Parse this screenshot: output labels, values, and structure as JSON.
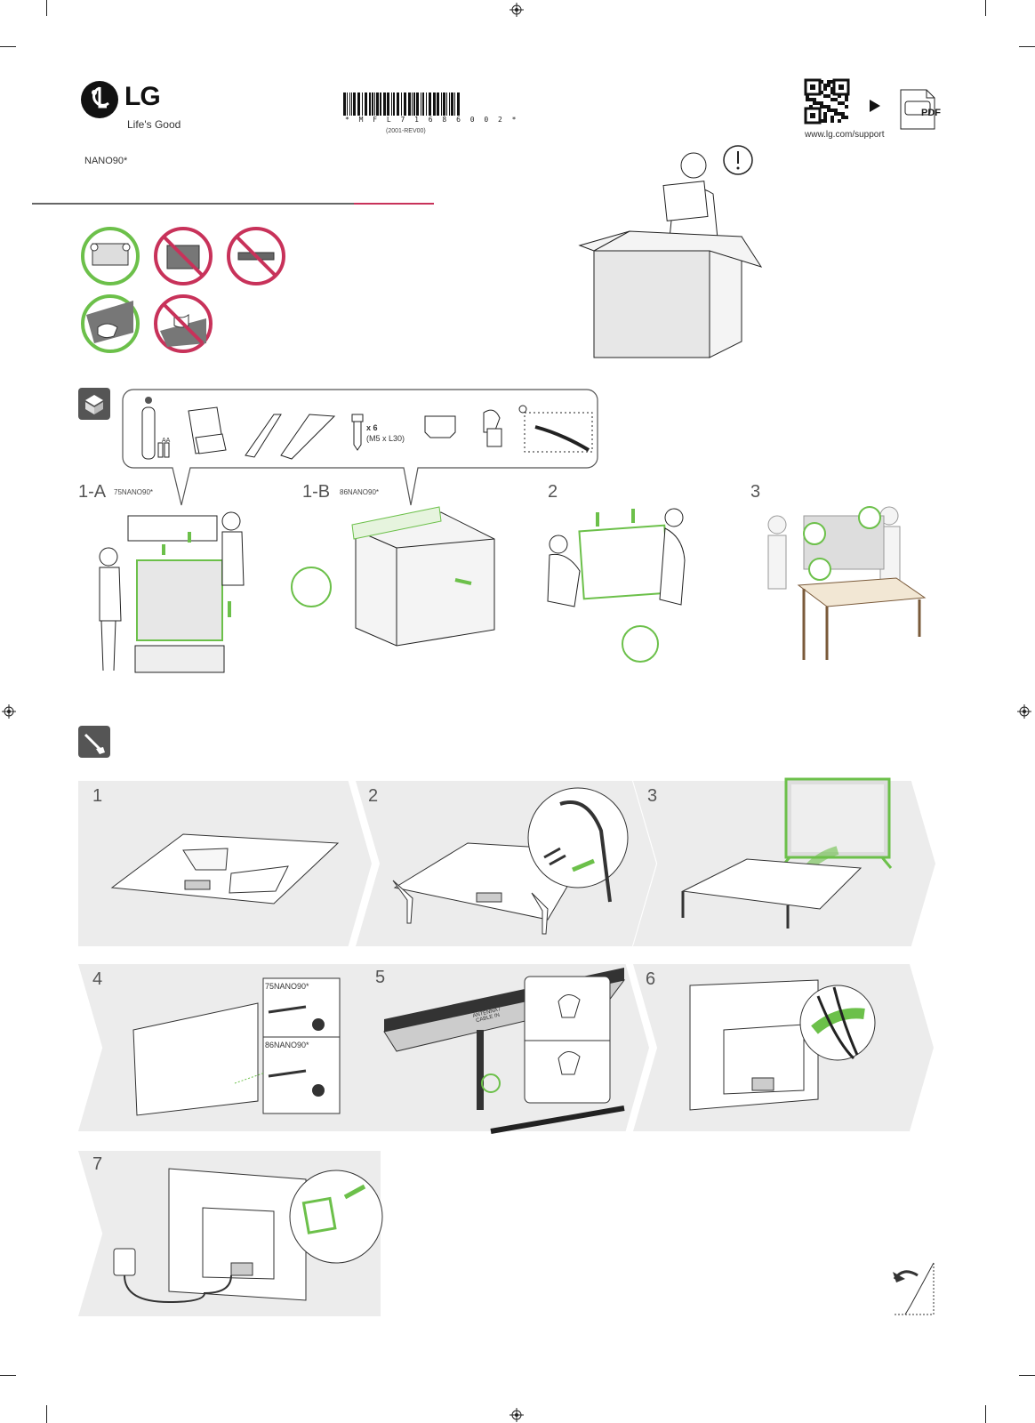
{
  "header": {
    "brand": "LG",
    "tagline": "Life's Good",
    "model": "NANO90*",
    "barcode_text": "* M F L 7 1 6 8 6 0 0 2 *",
    "revision": "(2001-REV00)",
    "support_url": "www.lg.com/support",
    "pdf_label": "PDF"
  },
  "accessories": {
    "screw_count": "x 6",
    "screw_size": "(M5 x L30)",
    "battery_label": "AA"
  },
  "unpack_steps": [
    {
      "label": "1-A",
      "model": "75NANO90*"
    },
    {
      "label": "1-B",
      "model": "86NANO90*"
    },
    {
      "label": "2",
      "model": ""
    },
    {
      "label": "3",
      "model": ""
    }
  ],
  "assembly_steps": [
    {
      "label": "1"
    },
    {
      "label": "2"
    },
    {
      "label": "3"
    },
    {
      "label": "4",
      "inset_models": [
        "75NANO90*",
        "86NANO90*"
      ]
    },
    {
      "label": "5",
      "port_label": "ANTENNA / CABLE IN"
    },
    {
      "label": "6"
    },
    {
      "label": "7"
    }
  ],
  "colors": {
    "accent_green": "#6cc04a",
    "warning_red": "#c8325a",
    "panel_gray": "#ececec",
    "icon_dark": "#555555"
  }
}
